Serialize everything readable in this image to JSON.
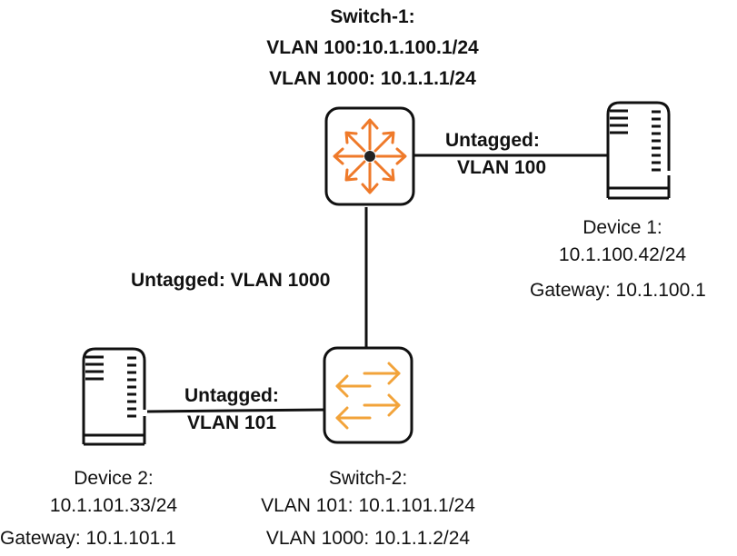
{
  "switch1": {
    "title": "Switch-1:",
    "lines": [
      "VLAN 100:10.1.100.1/24",
      "VLAN 1000: 10.1.1.1/24"
    ],
    "type": "router-switch"
  },
  "switch2": {
    "title": "Switch-2:",
    "lines": [
      "VLAN 101: 10.1.101.1/24",
      "VLAN 1000: 10.1.1.2/24"
    ],
    "type": "layer2-switch"
  },
  "device1": {
    "title": "Device 1:",
    "ip": "10.1.100.42/24",
    "gateway": "Gateway: 10.1.100.1"
  },
  "device2": {
    "title": "Device 2:",
    "ip": "10.1.101.33/24",
    "gateway": "Gateway: 10.1.101.1"
  },
  "links": {
    "sw1_dev1": [
      "Untagged:",
      "VLAN 100"
    ],
    "sw1_sw2": "Untagged: VLAN 1000",
    "sw2_dev2": [
      "Untagged:",
      "VLAN 101"
    ]
  },
  "colors": {
    "icon_orange": "#ef7a2a",
    "icon_amber": "#f2a33a",
    "line": "#111111"
  }
}
